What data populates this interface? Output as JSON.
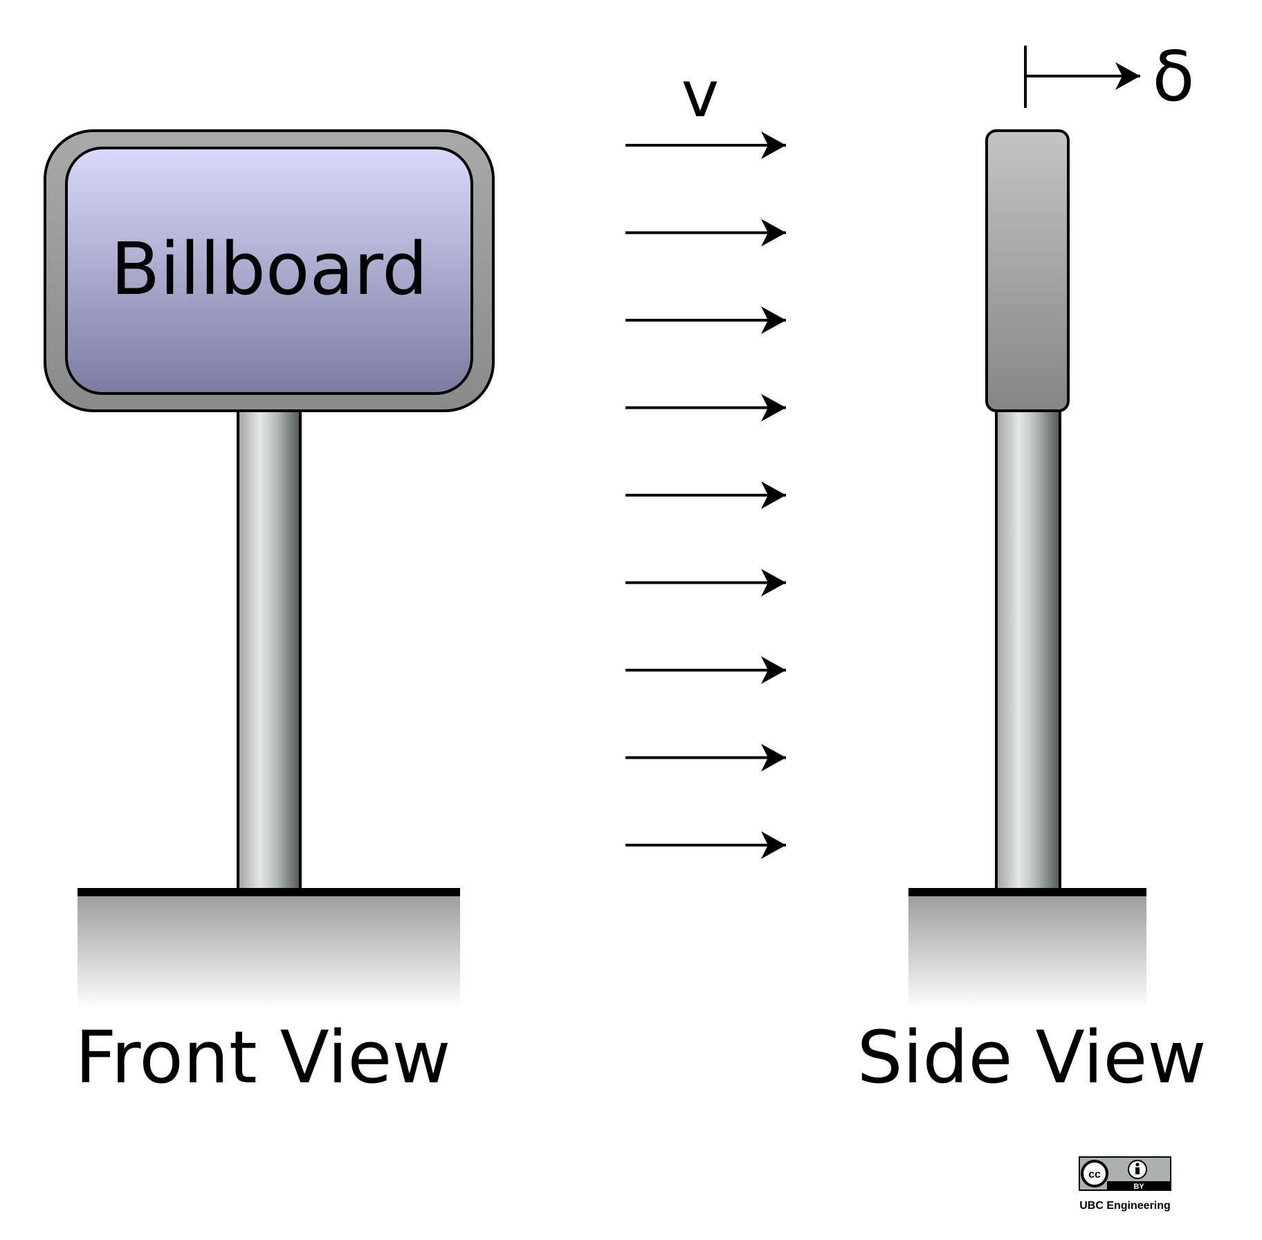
{
  "billboard": {
    "label": "Billboard",
    "face_color_top": "#d9dafa",
    "face_color_bottom": "#7c7ca2",
    "frame_color": "#9a9a9a"
  },
  "wind": {
    "label": "v",
    "arrow_count": 9
  },
  "deflection": {
    "label": "δ"
  },
  "views": {
    "front_label": "Front View",
    "side_label": "Side View"
  },
  "license": {
    "cc_text": "cc",
    "by_text": "BY",
    "credit": "UBC Engineering"
  }
}
